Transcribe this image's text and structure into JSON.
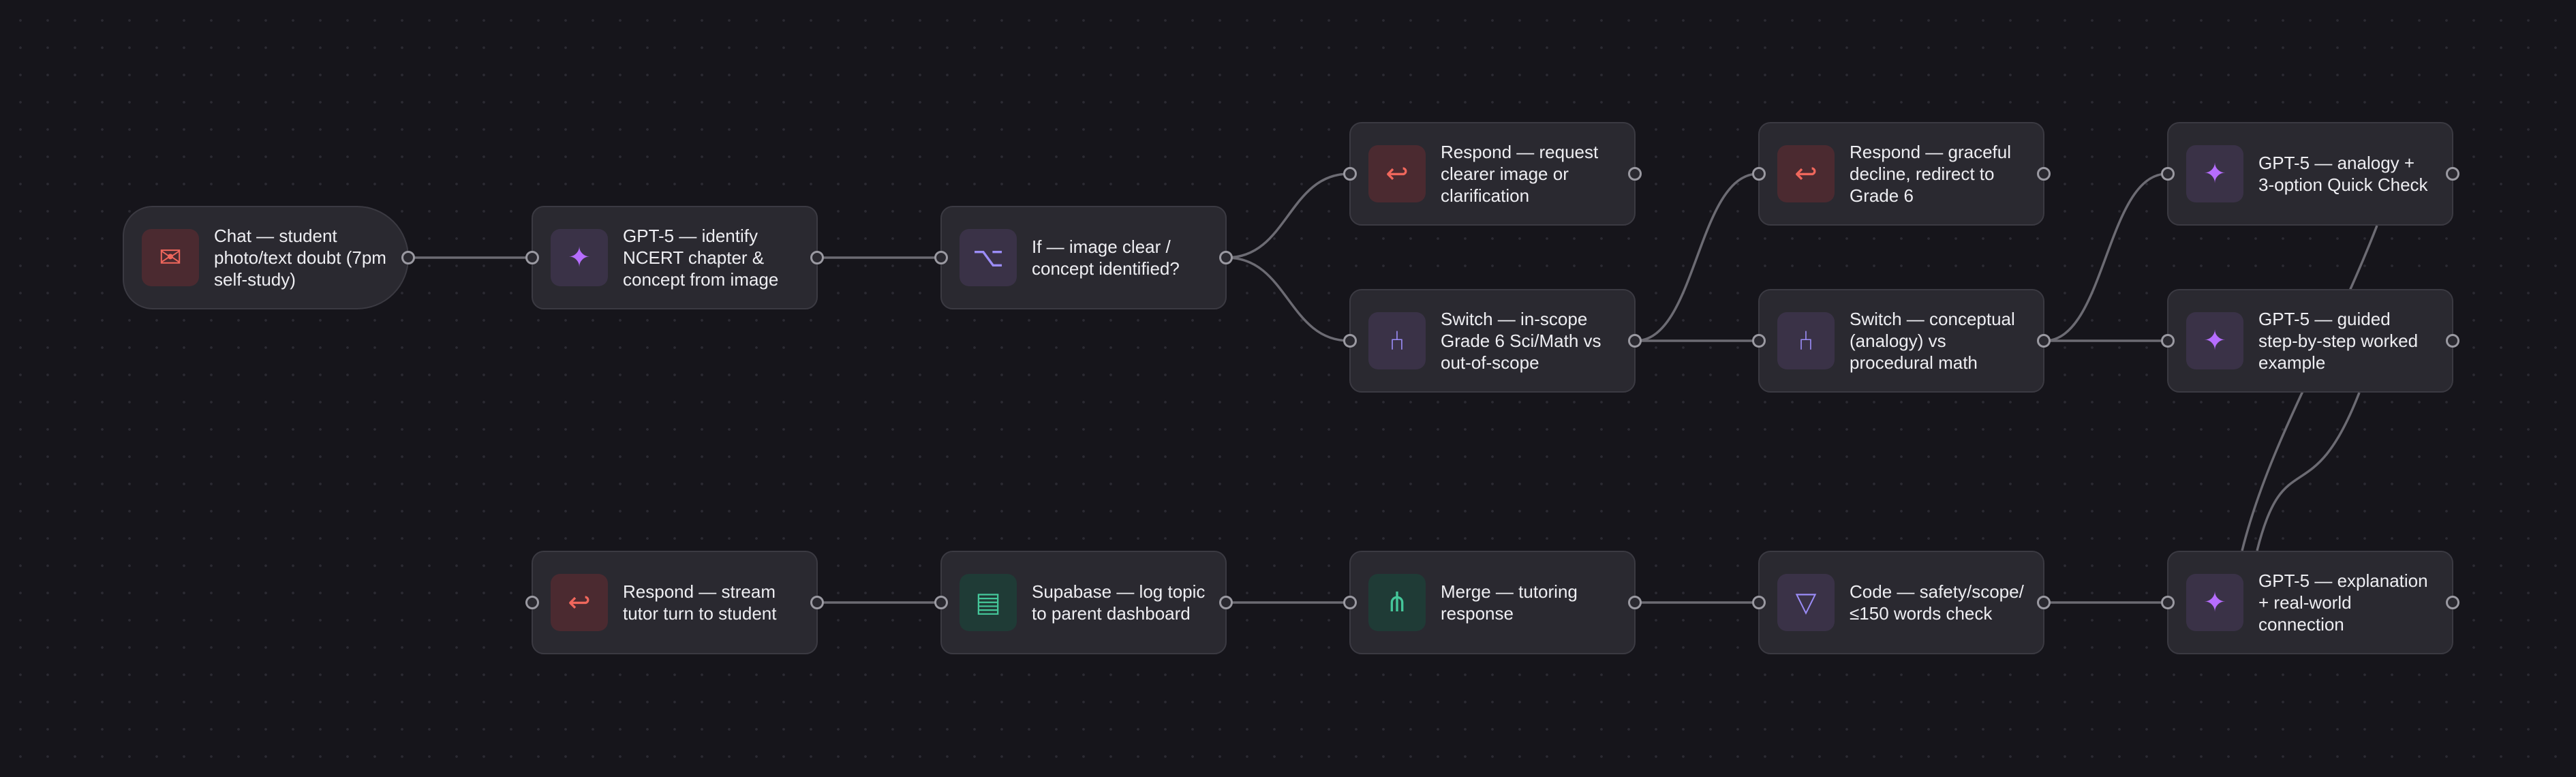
{
  "workflow": {
    "nodes": [
      {
        "id": "chat",
        "label": "Chat — student\nphoto/text doubt (7pm\nself-study)",
        "icon": "envelope-icon",
        "glyph": "✉",
        "color": "red",
        "kind": "trigger"
      },
      {
        "id": "gpt_identify",
        "label": "GPT-5 — identify\nNCERT chapter &\nconcept from image",
        "icon": "sparkle-icon",
        "glyph": "✦",
        "color": "purple"
      },
      {
        "id": "if_clear",
        "label": "If — image clear /\nconcept identified?",
        "icon": "branch-icon",
        "glyph": "⌥",
        "color": "purple-soft"
      },
      {
        "id": "respond_clearer",
        "label": "Respond — request\nclearer image or\nclarification",
        "icon": "reply-icon",
        "glyph": "↩",
        "color": "red"
      },
      {
        "id": "switch_scope",
        "label": "Switch — in-scope\nGrade 6 Sci/Math vs\nout-of-scope",
        "icon": "switch-icon",
        "glyph": "⑃",
        "color": "purple-soft"
      },
      {
        "id": "respond_decline",
        "label": "Respond — graceful\ndecline, redirect to\nGrade 6",
        "icon": "reply-icon",
        "glyph": "↩",
        "color": "red"
      },
      {
        "id": "switch_conceptual",
        "label": "Switch — conceptual\n(analogy) vs\nprocedural math",
        "icon": "switch-icon",
        "glyph": "⑃",
        "color": "purple-soft"
      },
      {
        "id": "gpt_analogy",
        "label": "GPT-5 — analogy +\n3-option Quick Check",
        "icon": "sparkle-icon",
        "glyph": "✦",
        "color": "purple"
      },
      {
        "id": "gpt_guided",
        "label": "GPT-5 — guided\nstep-by-step worked\nexample",
        "icon": "sparkle-icon",
        "glyph": "✦",
        "color": "purple"
      },
      {
        "id": "gpt_explanation",
        "label": "GPT-5 — explanation\n+ real-world\nconnection",
        "icon": "sparkle-icon",
        "glyph": "✦",
        "color": "purple"
      },
      {
        "id": "code_check",
        "label": "Code — safety/scope/\n≤150 words check",
        "icon": "filter-icon",
        "glyph": "▽",
        "color": "purple-soft"
      },
      {
        "id": "merge",
        "label": "Merge — tutoring\nresponse",
        "icon": "merge-icon",
        "glyph": "⋔",
        "color": "green"
      },
      {
        "id": "supabase_log",
        "label": "Supabase — log topic\nto parent dashboard",
        "icon": "database-icon",
        "glyph": "▤",
        "color": "green"
      },
      {
        "id": "respond_stream",
        "label": "Respond — stream\ntutor turn to student",
        "icon": "reply-icon",
        "glyph": "↩",
        "color": "red"
      }
    ],
    "edges": [
      {
        "from": "chat",
        "to": "gpt_identify"
      },
      {
        "from": "gpt_identify",
        "to": "if_clear"
      },
      {
        "from": "if_clear",
        "to": "respond_clearer"
      },
      {
        "from": "if_clear",
        "to": "switch_scope"
      },
      {
        "from": "switch_scope",
        "to": "respond_decline"
      },
      {
        "from": "switch_scope",
        "to": "switch_conceptual"
      },
      {
        "from": "switch_conceptual",
        "to": "gpt_analogy"
      },
      {
        "from": "switch_conceptual",
        "to": "gpt_guided"
      },
      {
        "from": "gpt_analogy",
        "to": "code_check"
      },
      {
        "from": "gpt_guided",
        "to": "code_check"
      },
      {
        "from": "gpt_explanation",
        "to": "code_check"
      },
      {
        "from": "code_check",
        "to": "merge"
      },
      {
        "from": "merge",
        "to": "supabase_log"
      },
      {
        "from": "supabase_log",
        "to": "respond_stream"
      }
    ]
  }
}
